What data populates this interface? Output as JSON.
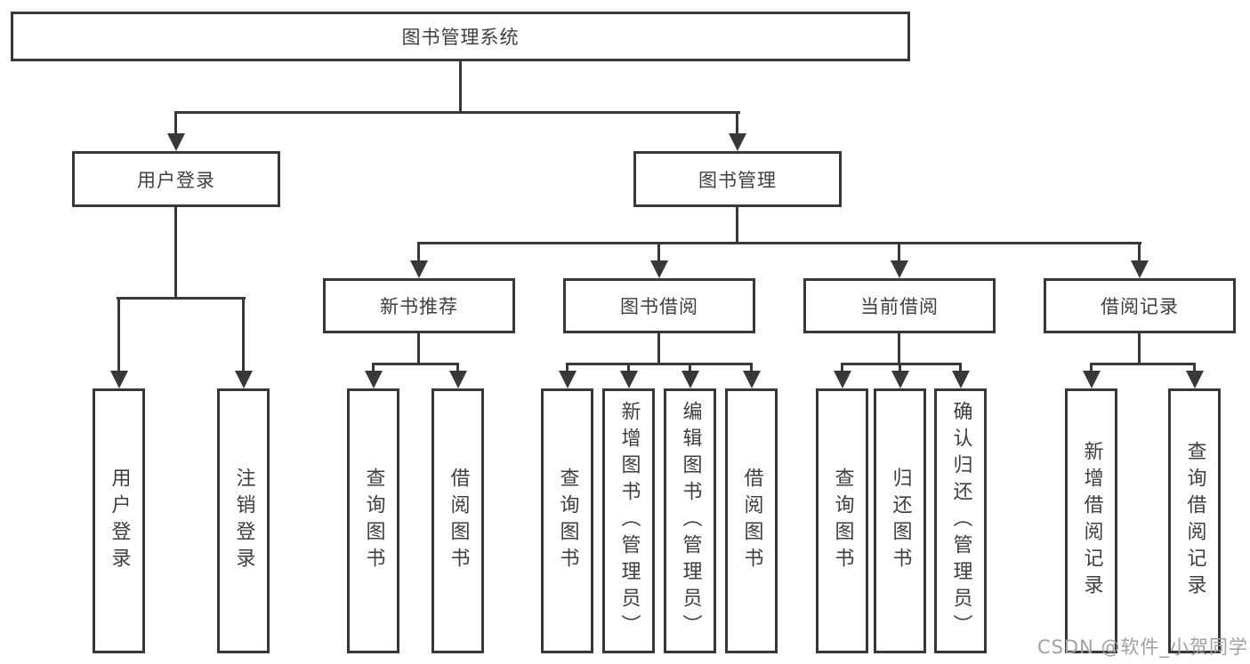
{
  "tree": {
    "root": {
      "label": "图书管理系统",
      "children": [
        {
          "label": "用户登录",
          "children": [
            {
              "label": "用户登录"
            },
            {
              "label": "注销登录"
            }
          ]
        },
        {
          "label": "图书管理",
          "children": [
            {
              "label": "新书推荐",
              "children": [
                {
                  "label": "查询图书"
                },
                {
                  "label": "借阅图书"
                }
              ]
            },
            {
              "label": "图书借阅",
              "children": [
                {
                  "label": "查询图书"
                },
                {
                  "label": "新增图书（管理员）"
                },
                {
                  "label": "编辑图书（管理员）"
                },
                {
                  "label": "借阅图书"
                }
              ]
            },
            {
              "label": "当前借阅",
              "children": [
                {
                  "label": "查询图书"
                },
                {
                  "label": "归还图书"
                },
                {
                  "label": "确认归还（管理员）"
                }
              ]
            },
            {
              "label": "借阅记录",
              "children": [
                {
                  "label": "新增借阅记录"
                },
                {
                  "label": "查询借阅记录"
                }
              ]
            }
          ]
        }
      ]
    }
  },
  "watermark": {
    "label": "CSDN @软件_小贺同学"
  },
  "colors": {
    "line": "#383838",
    "text": "#3f3f3f",
    "watermark": "#a0a0a0",
    "background": "#ffffff"
  }
}
